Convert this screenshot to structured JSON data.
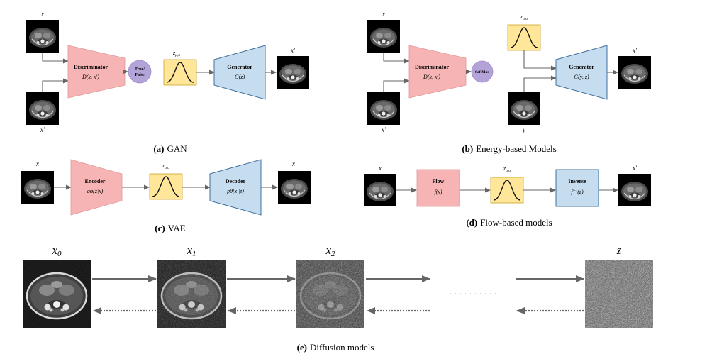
{
  "panels": {
    "gan": {
      "caption_letter": "(a)",
      "caption_text": "GAN",
      "x_label": "x",
      "x_prime_label": "x′",
      "z_label": "z",
      "z_sub": "μ,σ",
      "out_label": "x′",
      "discriminator": {
        "title": "Discriminator",
        "formula": "D(x, x′)"
      },
      "decision": {
        "line1": "True/",
        "line2": "False"
      },
      "generator": {
        "title": "Generator",
        "formula": "G(z)"
      }
    },
    "ebm": {
      "caption_letter": "(b)",
      "caption_text": "Energy-based Models",
      "x_label": "x",
      "x_prime_label": "x′",
      "z_label": "z",
      "z_sub": "μ,σ",
      "y_label": "y",
      "out_label": "x′",
      "discriminator": {
        "title": "Discriminator",
        "formula": "D(x, x′)"
      },
      "softmax": "SoftMax",
      "generator": {
        "title": "Generator",
        "formula": "G(y, z)"
      }
    },
    "vae": {
      "caption_letter": "(c)",
      "caption_text": "VAE",
      "x_label": "x",
      "z_label": "z",
      "z_sub": "μ,σ",
      "out_label": "x′",
      "encoder": {
        "title": "Encoder",
        "formula": "qφ(z|x)"
      },
      "decoder": {
        "title": "Decoder",
        "formula": "pθ(x′|z)"
      }
    },
    "flow": {
      "caption_letter": "(d)",
      "caption_text": "Flow-based models",
      "x_label": "x",
      "z_label": "z",
      "z_sub": "μ,σ",
      "out_label": "x′",
      "flow": {
        "title": "Flow",
        "formula": "f(x)"
      },
      "inverse": {
        "title": "Inverse",
        "formula": "f⁻¹(z)"
      }
    },
    "diffusion": {
      "caption_letter": "(e)",
      "caption_text": "Diffusion models",
      "labels": [
        "x",
        "x",
        "x",
        "z"
      ],
      "subscripts": [
        "0",
        "1",
        "2",
        ""
      ],
      "noise_levels": [
        0.05,
        0.3,
        0.6,
        1.0
      ],
      "ellipsis": "· · · · · · · · · ·"
    }
  },
  "colors": {
    "disc_fill": "#f7b4b4",
    "gen_fill": "#c6dcef",
    "gen_stroke": "#3f6f9f",
    "latent_fill": "#ffe699",
    "latent_stroke": "#c9a227",
    "circle_fill": "#b3a3d9",
    "arrow": "#666666"
  }
}
